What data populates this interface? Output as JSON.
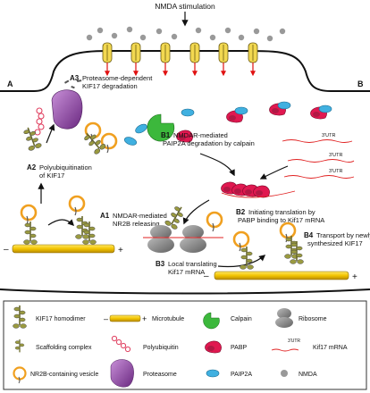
{
  "top_label": "NMDA stimulation",
  "side_a": "A",
  "side_b": "B",
  "steps": {
    "a3": {
      "id": "A3",
      "text1": "Proteasome-dependent",
      "text2": "KIF17 degradation"
    },
    "a2": {
      "id": "A2",
      "text1": "Polyubiquitination",
      "text2": "of KIF17"
    },
    "a1": {
      "id": "A1",
      "text1": "NMDAR-mediated",
      "text2": "NR2B releasing"
    },
    "b1": {
      "id": "B1",
      "text1": "NMDAR-mediated",
      "text2": "PAIP2A degradation by calpain"
    },
    "b2": {
      "id": "B2",
      "text1": "Initiating translation by",
      "text2": "PABP binding to Kif17 mRNA"
    },
    "b3": {
      "id": "B3",
      "text1": "Local translating",
      "text2": "Kif17 mRNA"
    },
    "b4": {
      "id": "B4",
      "text1": "Transport by newly",
      "text2": "synthesized KIF17"
    }
  },
  "utr_label": "3'UTR",
  "plus_sign": "+",
  "minus_sign": "–",
  "legend": [
    {
      "label": "KIF17 homodimer"
    },
    {
      "label": "Microtubule"
    },
    {
      "label": "Calpain"
    },
    {
      "label": "Ribosome"
    },
    {
      "label": "Scaffolding complex"
    },
    {
      "label": "Polyubiquitin"
    },
    {
      "label": "PABP"
    },
    {
      "label": "Kif17 mRNA"
    },
    {
      "label": "NR2B-containing vesicle"
    },
    {
      "label": "Proteasome"
    },
    {
      "label": "PAIP2A"
    },
    {
      "label": "NMDA"
    }
  ],
  "colors": {
    "vesicle": "#f0a020",
    "microtubule": "#f2c400",
    "calpain": "#3cb83c",
    "pabp": "#e01850",
    "paip2a": "#40b0e0",
    "proteasome": "#8a40a0",
    "ribosome": "#8c8c8c",
    "mrna": "#e02020",
    "nmda": "#999999",
    "ubiquitin": "#e04060"
  }
}
